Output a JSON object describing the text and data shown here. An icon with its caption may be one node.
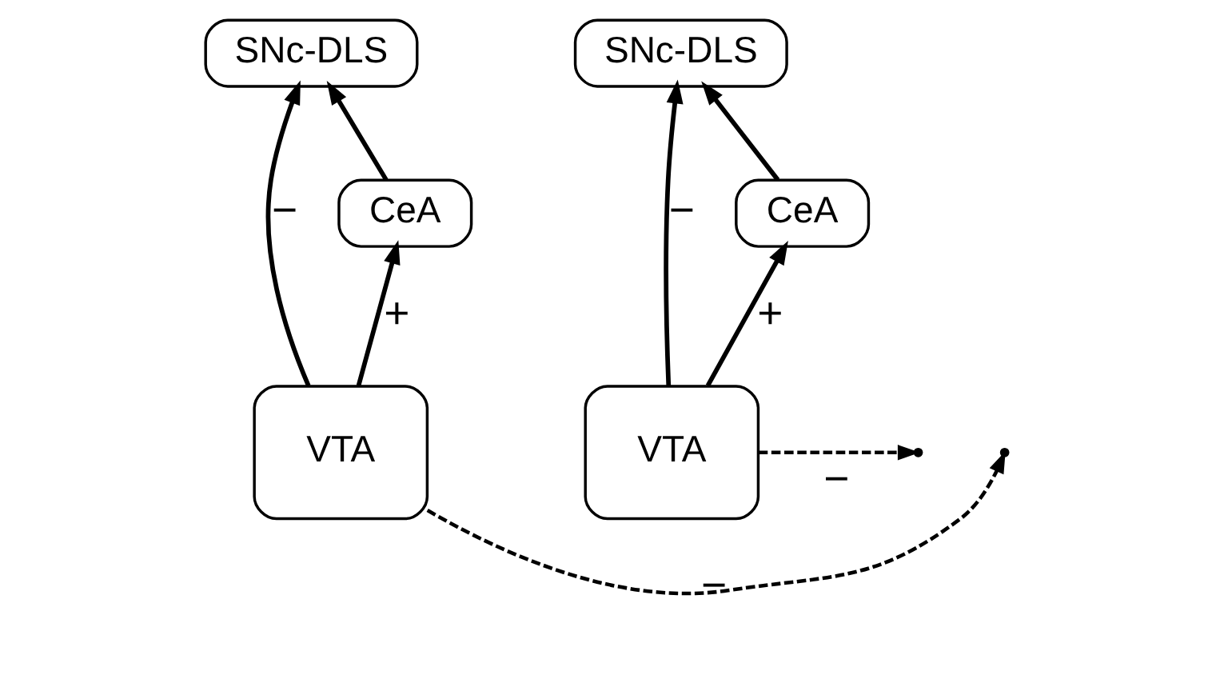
{
  "diagram": {
    "nodes": [
      {
        "text": [
          "SNc-DLS"
        ]
      },
      {
        "text": [
          "SNc-DLS"
        ]
      },
      {
        "text": [
          "CeA"
        ]
      },
      {
        "text": [
          "CeA"
        ]
      },
      {
        "text": [
          "VTA"
        ]
      },
      {
        "text": [
          "VTA"
        ]
      }
    ],
    "edges": [
      {
        "from": 4,
        "to": 2,
        "arrow": "to",
        "label": "+"
      },
      {
        "from": 2,
        "to": 0,
        "arrow": "to"
      },
      {
        "from": 4,
        "to": 0,
        "arrow": "to",
        "label": "−"
      },
      {
        "from": 5,
        "to": 1,
        "arrow": "to",
        "label": "−"
      },
      {
        "from": 5,
        "to": 3,
        "arrow": "to",
        "label": "+"
      },
      {
        "from": 3,
        "to": 1,
        "arrow": "to"
      },
      {
        "from": 5,
        "to": null,
        "arrow": "to",
        "label": "−",
        "style": "dashed"
      },
      {
        "from": 4,
        "to": null,
        "arrow": "to",
        "label": "−",
        "style": "dashed"
      }
    ]
  }
}
